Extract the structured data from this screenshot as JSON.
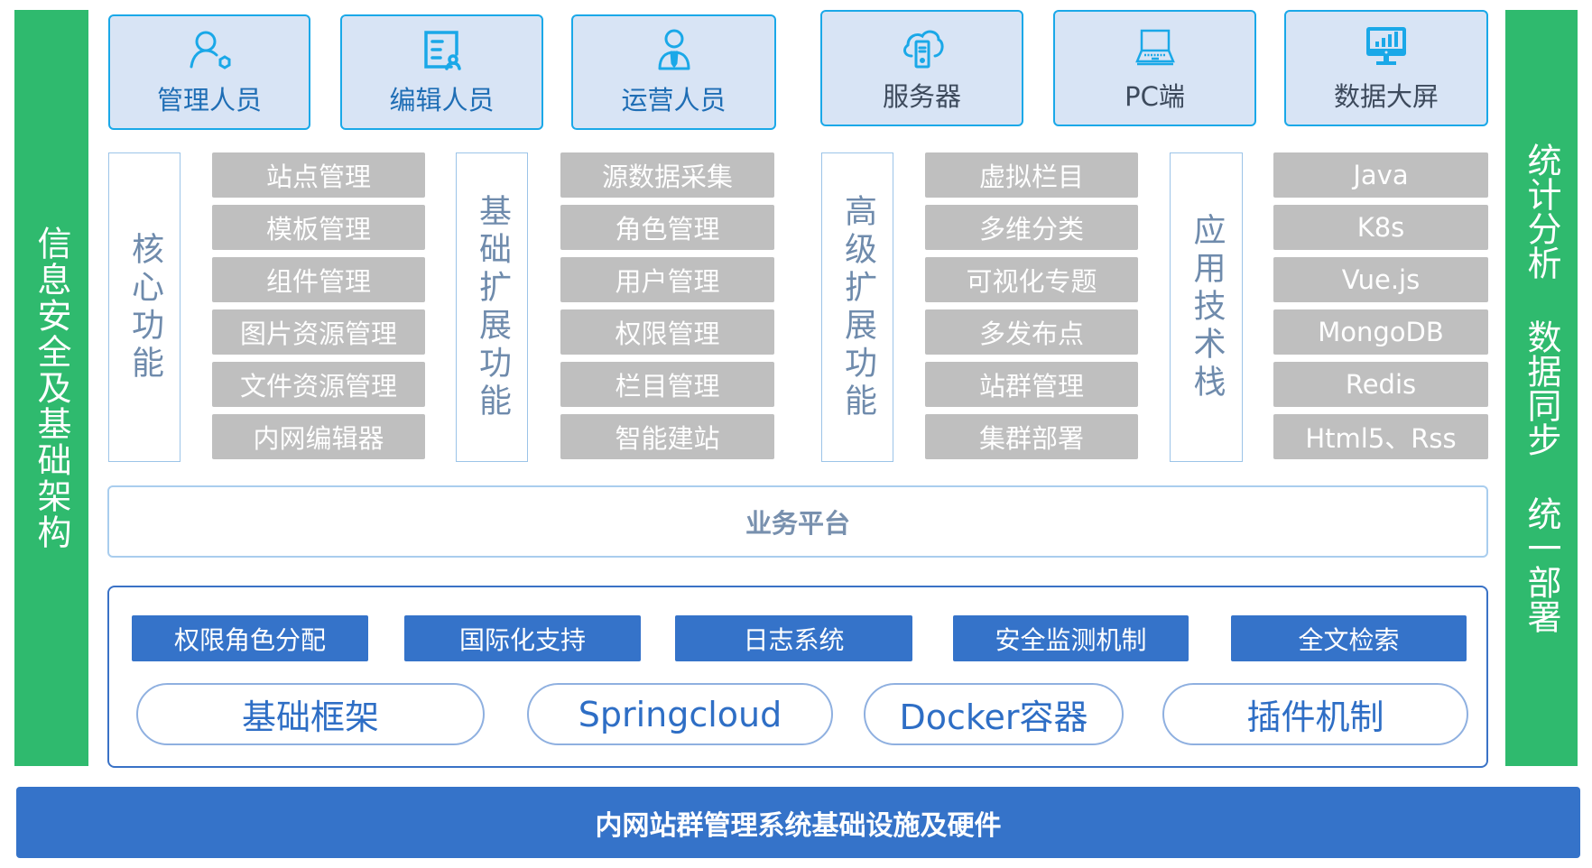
{
  "left_bar": {
    "label": "信息安全及基础架构"
  },
  "right_bar": {
    "label": "统计分析 数据同步 统一部署"
  },
  "roles": [
    {
      "label": "管理人员",
      "icon": "admin-user-icon"
    },
    {
      "label": "编辑人员",
      "icon": "editor-document-icon"
    },
    {
      "label": "运营人员",
      "icon": "operator-person-tie-icon"
    }
  ],
  "devices": [
    {
      "label": "服务器",
      "icon": "cloud-server-icon"
    },
    {
      "label": "PC端",
      "icon": "laptop-icon"
    },
    {
      "label": "数据大屏",
      "icon": "monitor-chart-icon"
    }
  ],
  "feature_groups": [
    {
      "category": "核心功能",
      "items": [
        "站点管理",
        "模板管理",
        "组件管理",
        "图片资源管理",
        "文件资源管理",
        "内网编辑器"
      ]
    },
    {
      "category": "基础扩展功能",
      "items": [
        "源数据采集",
        "角色管理",
        "用户管理",
        "权限管理",
        "栏目管理",
        "智能建站"
      ]
    },
    {
      "category": "高级扩展功能",
      "items": [
        "虚拟栏目",
        "多维分类",
        "可视化专题",
        "多发布点",
        "站群管理",
        "集群部署"
      ]
    },
    {
      "category": "应用技术栈",
      "items": [
        "Java",
        "K8s",
        "Vue.js",
        "MongoDB",
        "Redis",
        "Html5、Rss"
      ]
    }
  ],
  "platform": {
    "label": "业务平台"
  },
  "base_services": [
    "权限角色分配",
    "国际化支持",
    "日志系统",
    "安全监测机制",
    "全文检索"
  ],
  "frameworks": [
    "基础框架",
    "Springcloud",
    "Docker容器",
    "插件机制"
  ],
  "infrastructure": {
    "label": "内网站群管理系统基础设施及硬件"
  },
  "colors": {
    "green": "#2fba6e",
    "blue": "#3573c9",
    "gray": "#bfbfbf",
    "role_bg": "#d8e4f5",
    "role_border": "#1aa8e8"
  }
}
